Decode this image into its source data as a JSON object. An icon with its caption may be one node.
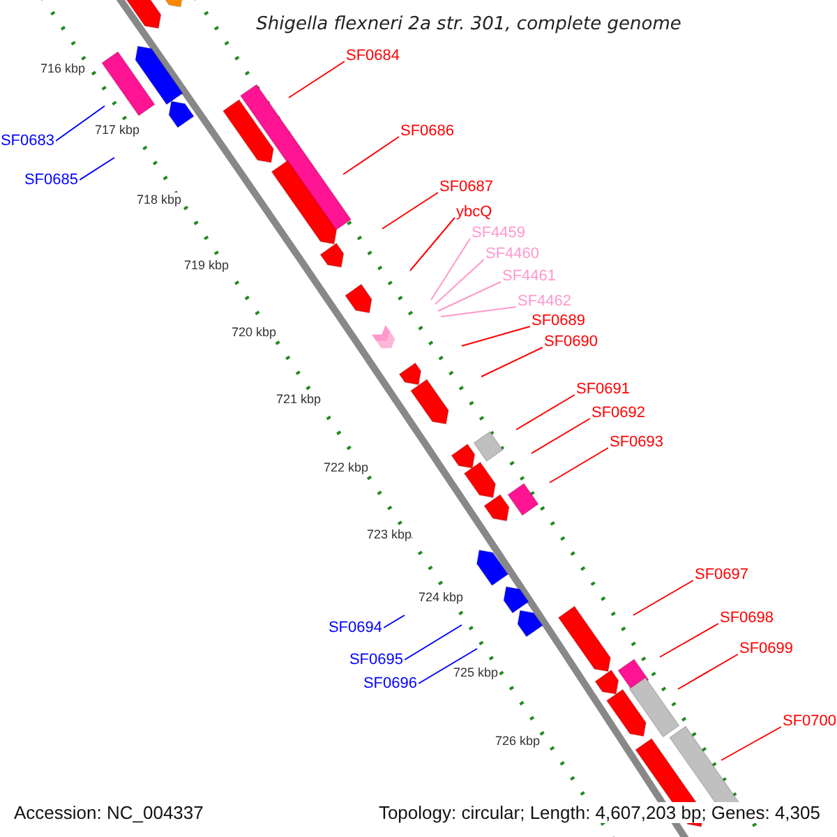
{
  "diagram": {
    "title": "Shigella flexneri 2a str. 301, complete genome",
    "nodes": [
      {
        "text": [
          "SF0684"
        ]
      },
      {
        "text": [
          "SF0686"
        ]
      },
      {
        "text": [
          "SF0683"
        ]
      },
      {
        "text": [
          "SF0685"
        ]
      },
      {
        "text": [
          "SF0687"
        ]
      },
      {
        "text": [
          "ybcQ"
        ]
      },
      {
        "text": [
          "SF4459"
        ]
      },
      {
        "text": [
          "SF4460"
        ]
      },
      {
        "text": [
          "SF4461"
        ]
      },
      {
        "text": [
          "SF4462"
        ]
      },
      {
        "text": [
          "SF0689"
        ]
      },
      {
        "text": [
          "SF0690"
        ]
      },
      {
        "text": [
          "SF0691"
        ]
      },
      {
        "text": [
          "SF0692"
        ]
      },
      {
        "text": [
          "SF0693"
        ]
      },
      {
        "text": [
          "SF0697"
        ]
      },
      {
        "text": [
          "SF0698"
        ]
      },
      {
        "text": [
          "SF0694"
        ]
      },
      {
        "text": [
          "SF0699"
        ]
      },
      {
        "text": [
          "SF0695"
        ]
      },
      {
        "text": [
          "SF0696"
        ]
      },
      {
        "text": [
          "SF0700"
        ]
      }
    ],
    "edges": [
      {
        "from": 0,
        "to": null,
        "arrow": "none"
      },
      {
        "from": 1,
        "to": null,
        "arrow": "none"
      },
      {
        "from": 2,
        "to": null,
        "arrow": "none",
        "color": "#0000ff"
      },
      {
        "from": 3,
        "to": null,
        "arrow": "none",
        "color": "#0000ff"
      },
      {
        "from": 4,
        "to": null,
        "arrow": "none"
      },
      {
        "from": 5,
        "to": null,
        "arrow": "none"
      },
      {
        "from": 6,
        "to": null,
        "arrow": "none",
        "color": "#ff99cc"
      },
      {
        "from": 7,
        "to": null,
        "arrow": "none",
        "color": "#ff99cc"
      },
      {
        "from": 8,
        "to": null,
        "arrow": "none",
        "color": "#ff99cc"
      },
      {
        "from": 9,
        "to": null,
        "arrow": "none",
        "color": "#ff99cc"
      },
      {
        "from": 10,
        "to": null,
        "arrow": "none"
      },
      {
        "from": 11,
        "to": null,
        "arrow": "none"
      },
      {
        "from": 12,
        "to": null,
        "arrow": "none"
      },
      {
        "from": 13,
        "to": null,
        "arrow": "none"
      },
      {
        "from": 14,
        "to": null,
        "arrow": "none"
      },
      {
        "from": 15,
        "to": null,
        "arrow": "none"
      },
      {
        "from": 16,
        "to": null,
        "arrow": "none"
      },
      {
        "from": 17,
        "to": null,
        "arrow": "none",
        "color": "#0000ff"
      },
      {
        "from": 18,
        "to": null,
        "arrow": "none"
      },
      {
        "from": 19,
        "to": null,
        "arrow": "none",
        "color": "#0000ff"
      },
      {
        "from": 20,
        "to": null,
        "arrow": "none",
        "color": "#0000ff"
      },
      {
        "from": 21,
        "to": null,
        "arrow": "none"
      }
    ],
    "labels": [
      "716 kbp",
      "717 kbp",
      "718 kbp",
      "719 kbp",
      "720 kbp",
      "721 kbp",
      "722 kbp",
      "723 kbp",
      "724 kbp",
      "725 kbp",
      "726 kbp",
      "Accession: NC_004337",
      "Topology: circular; Length: 4,607,203 bp; Genes: 4,305"
    ]
  }
}
